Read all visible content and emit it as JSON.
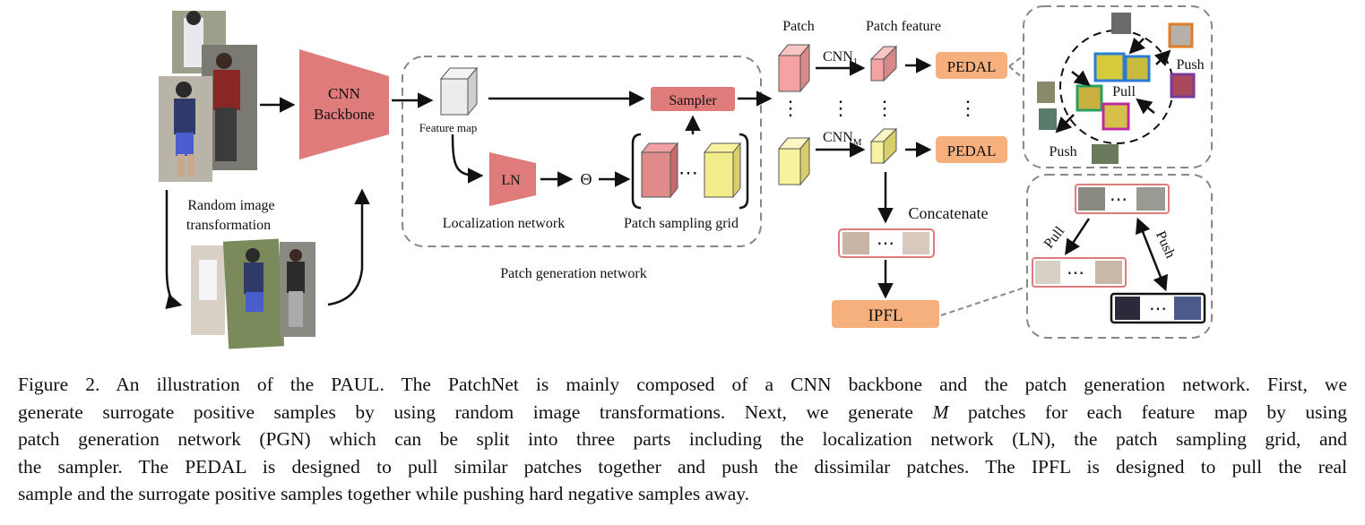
{
  "figure": {
    "labels": {
      "cnn_backbone_line1": "CNN",
      "cnn_backbone_line2": "Backbone",
      "feature_map": "Feature map",
      "sampler": "Sampler",
      "ln": "LN",
      "theta": "Θ",
      "localization_network": "Localization network",
      "patch_sampling_grid": "Patch sampling grid",
      "patch_generation_network": "Patch generation network",
      "random_transform_line1": "Random image",
      "random_transform_line2": "transformation",
      "patch": "Patch",
      "patch_feature": "Patch feature",
      "cnn_1_base": "CNN",
      "cnn_1_sub": "1",
      "cnn_m_base": "CNN",
      "cnn_m_sub": "M",
      "pedal_top": "PEDAL",
      "pedal_bottom": "PEDAL",
      "concatenate": "Concatenate",
      "ipfl": "IPFL",
      "push_top_right": "Push",
      "push_bottom_left": "Push",
      "pull_center": "Pull",
      "ipfl_pull": "Pull",
      "ipfl_push": "Push",
      "ellipsis": "⋯"
    },
    "colors": {
      "backbone": "#e07b7b",
      "sampler": "#e07b7b",
      "patch_red": "#f4a3a3",
      "patch_yellow": "#f7f2a0",
      "pedal": "#f5b07e",
      "dashed": "#888888",
      "person_blue": "#2f3a6b",
      "person_red": "#8b2626"
    }
  },
  "caption": {
    "line1": "Figure 2. An illustration of the PAUL. The PatchNet is mainly composed of a CNN backbone and the patch generation network. First, we",
    "line2_a": "generate surrogate positive samples by using random image transformations. Next, we generate ",
    "line2_m": "M",
    "line2_b": " patches for each feature map by using",
    "line3": "patch generation network (PGN) which can be split into three parts including the localization network (LN), the patch sampling grid, and",
    "line4": "the sampler. The PEDAL is designed to pull similar patches together and push the dissimilar patches. The IPFL is designed to pull the real",
    "line5": "sample and the surrogate positive samples together while pushing hard negative samples away."
  }
}
